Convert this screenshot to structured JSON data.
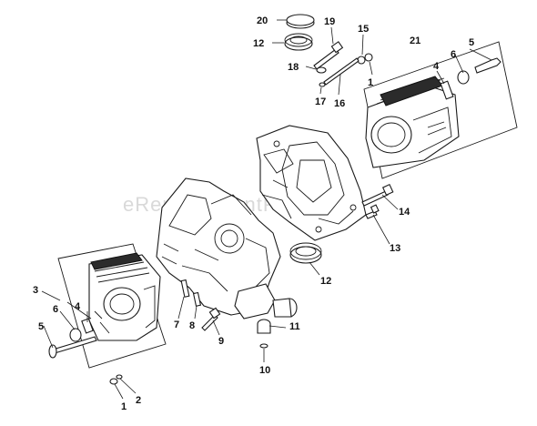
{
  "watermark": "eReplacementParts.com",
  "callouts": {
    "c1a": "1",
    "c1b": "1",
    "c2": "2",
    "c3": "3",
    "c4a": "4",
    "c4b": "4",
    "c5a": "5",
    "c5b": "5",
    "c6a": "6",
    "c6b": "6",
    "c7": "7",
    "c8": "8",
    "c9": "9",
    "c10": "10",
    "c11": "11",
    "c12a": "12",
    "c12b": "12",
    "c13": "13",
    "c14": "14",
    "c15": "15",
    "c16": "16",
    "c17": "17",
    "c18": "18",
    "c19": "19",
    "c20": "20",
    "c21": "21"
  }
}
